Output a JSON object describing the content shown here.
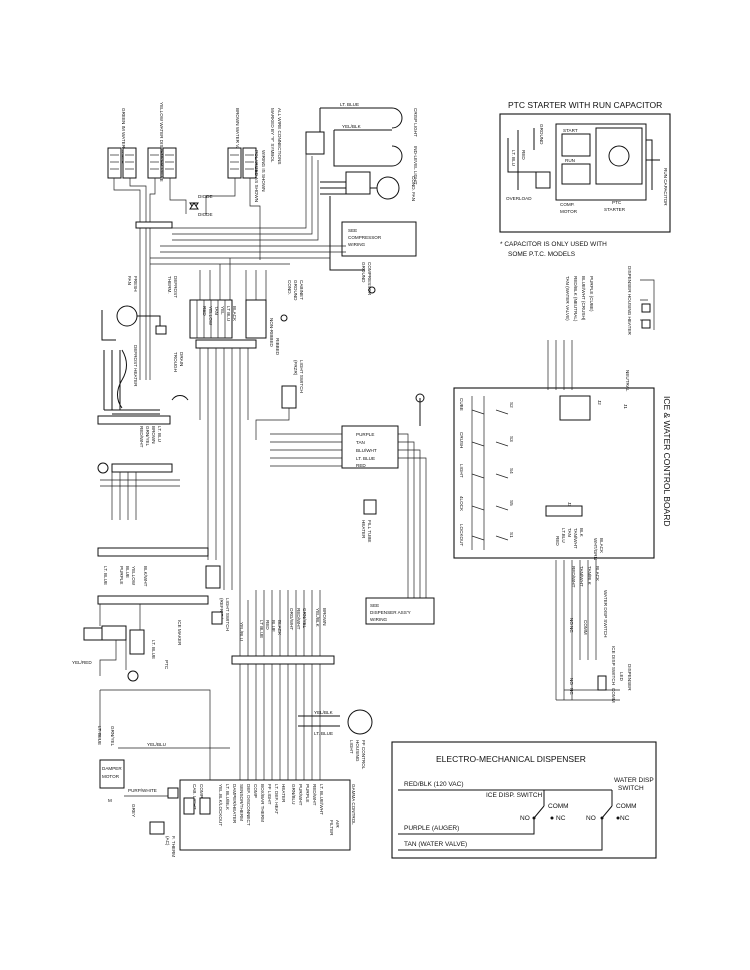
{
  "ptc": {
    "title": "PTC STARTER WITH RUN CAPACITOR",
    "start": "START",
    "run": "RUN",
    "overload": "OVERLOAD",
    "comp_motor_1": "COMP.",
    "comp_motor_2": "MOTOR",
    "ptc_starter_1": "PTC",
    "ptc_starter_2": "STARTER",
    "lt_blu": "LT. BLU",
    "red": "RED",
    "ground": "GROUND",
    "run_capacitor": "RUN CAPACITOR",
    "note_1": "* CAPACITOR IS ONLY USED WITH",
    "note_2": "SOME P.T.C. MODELS"
  },
  "ice_board": {
    "title": "ICE & WATER CONTROL BOARD",
    "wires": [
      "DISPENSER HOUSING HEATER",
      "PURPLE (CUBE)",
      "BLUE/WHT (CRUSH)",
      "RED/BLK (NEUTRAL)",
      "TAN (WATER VALVE)"
    ],
    "switches": [
      "CUBE",
      "CRUSH",
      "LIGHT",
      "4LOCK",
      "LOCKOUT"
    ],
    "switch_ids": [
      "S1",
      "S2",
      "S3",
      "S4",
      "S5"
    ],
    "jacks": [
      "J1",
      "J2",
      "J3"
    ],
    "neutral": "NEUTRAL",
    "bottom_left": [
      "RED",
      "LT.BLU",
      "TAN",
      "TAN/WHT",
      "BLK"
    ],
    "bottom_right": [
      "BLACK",
      "WHT/GRN"
    ],
    "lower_wires": [
      "BLACK",
      "TAN/BLK",
      "TAN/WHT",
      "RED/WHT"
    ],
    "ice_disp_switch": "ICE DISP SWITCH",
    "water_disp_switch": "WATER DISP SWITCH",
    "no": "NO",
    "nc": "NC",
    "comm": "COMM",
    "dispenser_led_1": "DISPENSER",
    "dispenser_led_2": "LED"
  },
  "emd": {
    "title": "ELECTRO-MECHANICAL DISPENSER",
    "red_blk": "RED/BLK (120 VAC)",
    "ice_disp_switch": "ICE DISP. SWITCH",
    "water_disp_switch_1": "WATER DISP",
    "water_disp_switch_2": "SWITCH",
    "comm": "COMM",
    "no": "NO",
    "nc": "NC",
    "purple": "PURPLE (AUGER)",
    "tan": "TAN (WATER VALVE)"
  },
  "main": {
    "valves": [
      "GREEN IM WATER VALVE",
      "YELLOW WATER DISPENSER VALVE",
      "BROWN WATER VALVE"
    ],
    "note_1": "ALL WIRE CONNECTIONS",
    "note_2": "MARKED BY \"#\" SYMBOL",
    "note_3": "WIRING IS SHOWN",
    "note_4": "POLARIZED AS SHOWN",
    "diode": "DIODE",
    "lt_blue": "LT. BLUE",
    "yel_blk": "YEL/BLK",
    "crisp_light": "CRISP LIGHT",
    "ind_light": "IND-LEVEL LIGHT",
    "cond_fan": "COND. FAN",
    "see_compressor_1": "SEE",
    "see_compressor_2": "COMPRESSOR",
    "see_compressor_3": "WIRING",
    "compressor_ground_1": "COMPRESSOR",
    "compressor_ground_2": "GROUND",
    "cabinet_ground_1": "CABINET",
    "cabinet_ground_2": "GROUND",
    "cabinet_ground_3": "COND.",
    "fresh_fan_1": "FRESH",
    "fresh_fan_2": "FAN",
    "defrost_therm_1": "DEFROST",
    "defrost_therm_2": "THERM.",
    "defrost_heater": "DEFROST HEATER",
    "drain_trough_1": "DRAIN",
    "drain_trough_2": "TROUGH",
    "ribbed": "RIBBED",
    "non_ribbed": "NON-RIBBED",
    "light_switch_frzr_1": "LIGHT SWITCH",
    "light_switch_frzr_2": "(FRZR)",
    "light_switch_refrig_1": "LIGHT SWITCH",
    "light_switch_refrig_2": "(REFRIG.)",
    "harness_colors": [
      "BLACK",
      "LT BLU",
      "YEL",
      "TAN",
      "YELLOW",
      "RED"
    ],
    "left_colors": [
      "LT. BLU",
      "BROWN",
      "GRN/YEL",
      "RED/WHT"
    ],
    "left_colors_b": [
      "YELLOW",
      "BLUE",
      "BLK/WHT",
      "PURPLE",
      "LT. BLUE"
    ],
    "disp_colors": [
      "PURPLE",
      "TAN",
      "BLU/WHT",
      "LT. BLUE",
      "RED"
    ],
    "see_dispenser_1": "SEE",
    "see_dispenser_2": "DISPENSER ASS'Y",
    "see_dispenser_3": "WIRING",
    "fill_tube_1": "FILL TUBE",
    "fill_tube_2": "HEATER",
    "ice_maker": "ICE MAKER",
    "yel_red": "YEL/RED",
    "yel_blu": "YEL/BLU",
    "lt_blue_b": "LT. BLUE",
    "ptc_small": "PTC",
    "bottom_colors": [
      "BROWN",
      "YEL/BLK",
      "GRN/YEL",
      "RED/WHT",
      "ORG/WHT",
      "BLACK",
      "BLUE",
      "RED",
      "LT BLUE"
    ],
    "yel_blk_b": "YEL/BLK",
    "lt_blue_c": "LT. BLUE",
    "ff_control_1": "FF CONTROL",
    "ff_control_2": "HOUSING",
    "ff_control_3": "LIGHT",
    "damper_1": "DAMPER",
    "damper_2": "MOTOR",
    "lt_blue_d": "LT. BLUE",
    "grn_yel": "GRN/YEL",
    "purp_white": "PURP/WHITE",
    "grey": "GREY",
    "m_label": "M",
    "gamma_control": "GAMMA CONTROL",
    "control_colors": [
      "LT. BLUE/WHT",
      "RED/WHT",
      "PURPLE",
      "PUR/WHT",
      "GRN/BLU"
    ],
    "control_labels": [
      "HEATER",
      "LT. DEF. HEAT",
      "FF LIGHT",
      "BOX/BAR THERM",
      "COMP",
      "DEF. DISCONNECT",
      "SENSOR/THERM",
      "DAMPER/HEATER",
      "LT. BLU/BLK",
      "YEL.BLK/LOCKOUT",
      "COMP",
      "CAB. LIGHT"
    ],
    "air_filter_1": "AIR",
    "air_filter_2": "FILTER",
    "f_therm_1": "F. THERM",
    "f_therm_2": "(AC)"
  }
}
